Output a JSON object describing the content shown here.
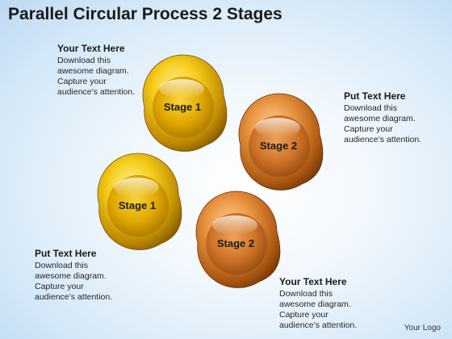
{
  "title": "Parallel Circular Process 2 Stages",
  "logo_text": "Your Logo",
  "colors": {
    "gold": "#e8b400",
    "orange": "#d9782a"
  },
  "stages": [
    {
      "label": "Stage 1",
      "color": "gold"
    },
    {
      "label": "Stage 2",
      "color": "orange"
    },
    {
      "label": "Stage 1",
      "color": "gold"
    },
    {
      "label": "Stage 2",
      "color": "orange"
    }
  ],
  "text_blocks": [
    {
      "heading": "Your Text Here",
      "lines": [
        "Download this",
        "awesome diagram.",
        "Capture your",
        "audience’s attention."
      ]
    },
    {
      "heading": "Put Text Here",
      "lines": [
        "Download this",
        "awesome diagram.",
        "Capture your",
        "audience’s attention."
      ]
    },
    {
      "heading": "Put Text Here",
      "lines": [
        "Download this",
        "awesome diagram.",
        "Capture your",
        "audience’s attention."
      ]
    },
    {
      "heading": "Your Text Here",
      "lines": [
        "Download this",
        "awesome diagram.",
        "Capture your",
        "audience’s attention."
      ]
    }
  ]
}
